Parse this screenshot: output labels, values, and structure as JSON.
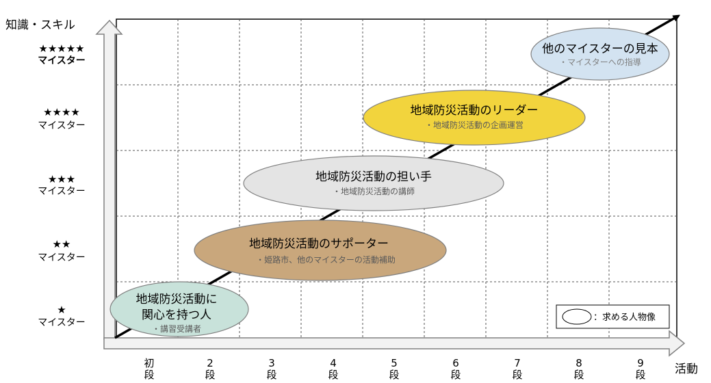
{
  "y_axis_label": "知識・スキル",
  "x_axis_label": "活動",
  "levels": [
    {
      "stars": "★★★★★",
      "title": "マイスター"
    },
    {
      "stars": "★★★★",
      "title": "マイスター"
    },
    {
      "stars": "★★★",
      "title": "マイスター"
    },
    {
      "stars": "★★",
      "title": "マイスター"
    },
    {
      "stars": "★",
      "title": "マイスター"
    }
  ],
  "grades": [
    {
      "num": "初",
      "unit": "段"
    },
    {
      "num": "2",
      "unit": "段"
    },
    {
      "num": "3",
      "unit": "段"
    },
    {
      "num": "4",
      "unit": "段"
    },
    {
      "num": "5",
      "unit": "段"
    },
    {
      "num": "6",
      "unit": "段"
    },
    {
      "num": "7",
      "unit": "段"
    },
    {
      "num": "8",
      "unit": "段"
    },
    {
      "num": "9",
      "unit": "段"
    }
  ],
  "roles": [
    {
      "title_lines": [
        "他のマイスターの見本"
      ],
      "detail": "・マイスターへの指導",
      "fill": "#d3e3f1"
    },
    {
      "title_lines": [
        "地域防災活動のリーダー"
      ],
      "detail": "・地域防災活動の企画運営",
      "fill": "#f2d43d"
    },
    {
      "title_lines": [
        "地域防災活動の担い手"
      ],
      "detail": "・地域防災活動の講師",
      "fill": "#e4e4e4"
    },
    {
      "title_lines": [
        "地域防災活動のサポーター"
      ],
      "detail": "・姫路市、他のマイスターの活動補助",
      "fill": "#c9a77c"
    },
    {
      "title_lines": [
        "地域防災活動に",
        "関心を持つ人"
      ],
      "detail": "・講習受講者",
      "fill": "#c8e2da"
    }
  ],
  "legend_label": "：求める人物像"
}
